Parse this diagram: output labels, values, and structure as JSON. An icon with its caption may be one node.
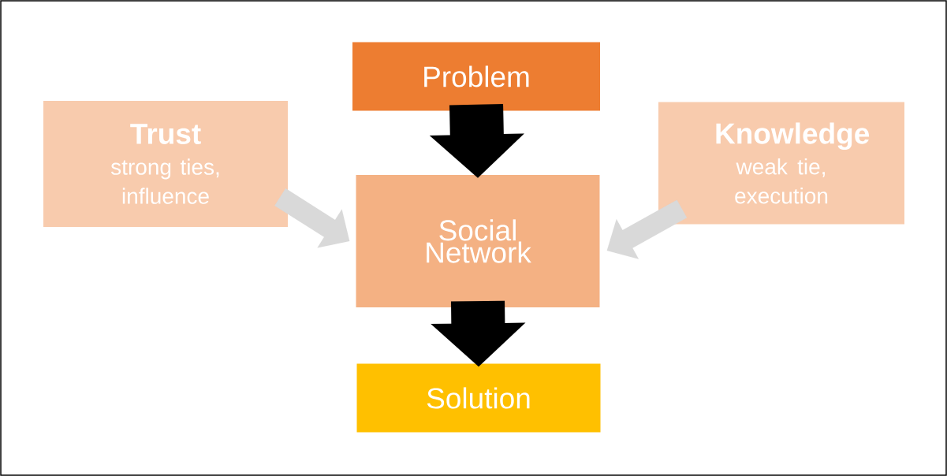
{
  "diagram": {
    "nodes": [
      {
        "text": [
          "Problem"
        ]
      },
      {
        "text": [
          "Trust",
          "strong ties, influence"
        ]
      },
      {
        "text": [
          "Knowledge",
          "weak tie, execution"
        ]
      },
      {
        "text": [
          "Social Network"
        ]
      },
      {
        "text": [
          "Solution"
        ]
      }
    ],
    "edges": [
      {
        "from": 0,
        "to": 3,
        "arrow": "to",
        "style": "thick"
      },
      {
        "from": 1,
        "to": 3,
        "arrow": "to",
        "color": "#d9d9d9"
      },
      {
        "from": 2,
        "to": 3,
        "arrow": "to",
        "color": "#d9d9d9"
      },
      {
        "from": 3,
        "to": 4,
        "arrow": "to",
        "style": "thick"
      }
    ]
  }
}
